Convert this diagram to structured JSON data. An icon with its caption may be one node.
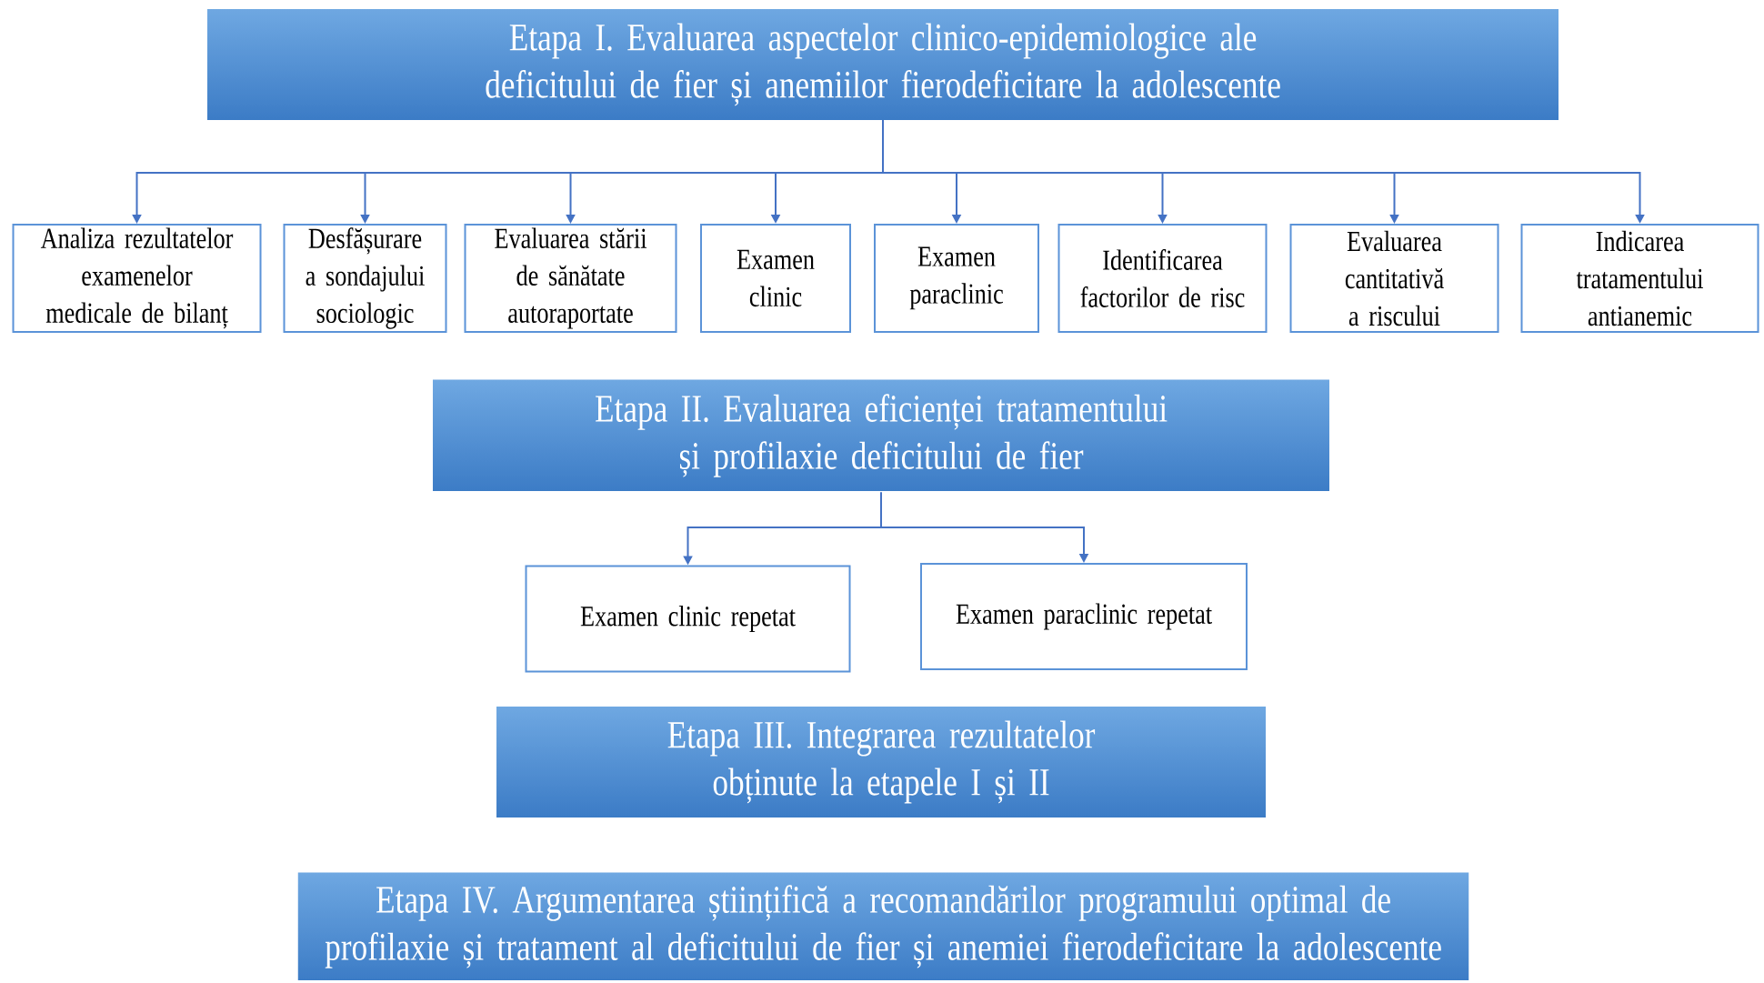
{
  "diagram": {
    "nodes": [
      {
        "text": [
          "Etapa I. Evaluarea aspectelor clinico-epidemiologice ale deficitului de fier și anemiilor fierodeficitare la adolescente"
        ]
      },
      {
        "text": [
          "Analiza rezultatelor examenelor medicale de bilanț"
        ]
      },
      {
        "text": [
          "Desfășurare a sondajului sociologic"
        ]
      },
      {
        "text": [
          "Evaluarea stării de sănătate autoraportate"
        ]
      },
      {
        "text": [
          "Examen clinic"
        ]
      },
      {
        "text": [
          "Examen paraclinic"
        ]
      },
      {
        "text": [
          "Identificarea factorilor de risc"
        ]
      },
      {
        "text": [
          "Evaluarea cantitativă a riscului"
        ]
      },
      {
        "text": [
          "Indicarea tratamentului antianemic"
        ]
      },
      {
        "text": [
          "Etapa II. Evaluarea eficienței tratamentului și profilaxie deficitului de fier"
        ]
      },
      {
        "text": [
          "Examen clinic repetat"
        ]
      },
      {
        "text": [
          "Examen paraclinic repetat"
        ]
      },
      {
        "text": [
          "Etapa III. Integrarea rezultatelor obținute la etapele I și II"
        ]
      },
      {
        "text": [
          "Etapa IV. Argumentarea științifică a recomandărilor programului optimal de profilaxie și tratament al deficitului de fier și anemiei fierodeficitare la adolescente"
        ]
      }
    ],
    "edges": [
      {
        "from": 0,
        "to": 1,
        "arrow": "to"
      },
      {
        "from": 0,
        "to": 2,
        "arrow": "to"
      },
      {
        "from": 0,
        "to": 3,
        "arrow": "to"
      },
      {
        "from": 0,
        "to": 4,
        "arrow": "to"
      },
      {
        "from": 0,
        "to": 5,
        "arrow": "to"
      },
      {
        "from": 0,
        "to": 6,
        "arrow": "to"
      },
      {
        "from": 0,
        "to": 7,
        "arrow": "to"
      },
      {
        "from": 0,
        "to": 8,
        "arrow": "to"
      },
      {
        "from": 9,
        "to": 10,
        "arrow": "to"
      },
      {
        "from": 9,
        "to": 11,
        "arrow": "to"
      }
    ]
  }
}
